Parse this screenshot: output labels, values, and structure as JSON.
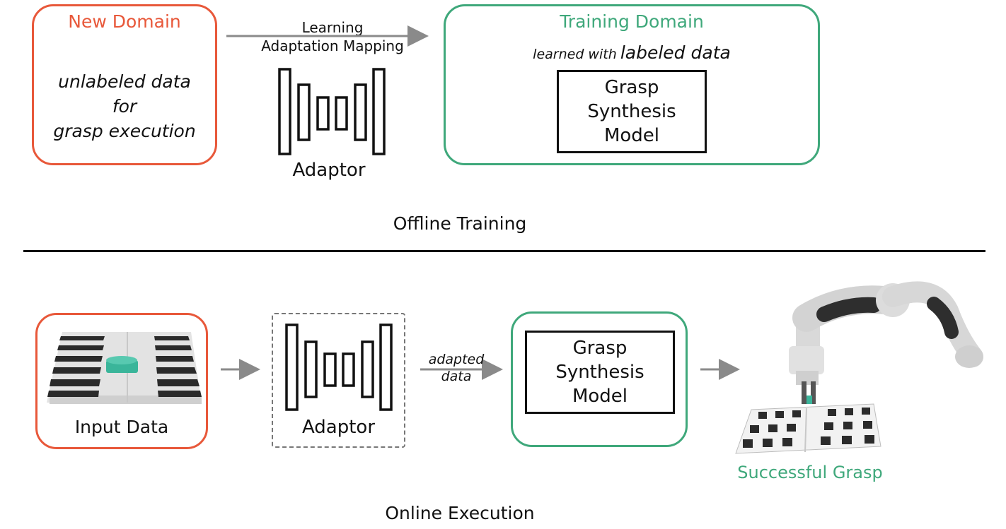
{
  "offline": {
    "new_domain_title": "New Domain",
    "unlabeled_lines": [
      "unlabeled data",
      "for",
      "grasp execution"
    ],
    "arrow_label_line1": "Learning",
    "arrow_label_line2": "Adaptation Mapping",
    "adaptor_label": "Adaptor",
    "training_domain_title": "Training Domain",
    "learned_with": "learned with",
    "labeled_data": "labeled data",
    "model_lines": [
      "Grasp",
      "Synthesis",
      "Model"
    ],
    "section_label": "Offline Training"
  },
  "online": {
    "input_label": "Input Data",
    "adaptor_label": "Adaptor",
    "adapted_line1": "adapted",
    "adapted_line2": "data",
    "model_lines": [
      "Grasp",
      "Synthesis",
      "Model"
    ],
    "success_label": "Successful Grasp",
    "section_label": "Online Execution"
  },
  "colors": {
    "new_domain": "#e8583a",
    "training_domain": "#3fa87b",
    "arrow": "#8a8a8a",
    "divider": "#111111"
  }
}
